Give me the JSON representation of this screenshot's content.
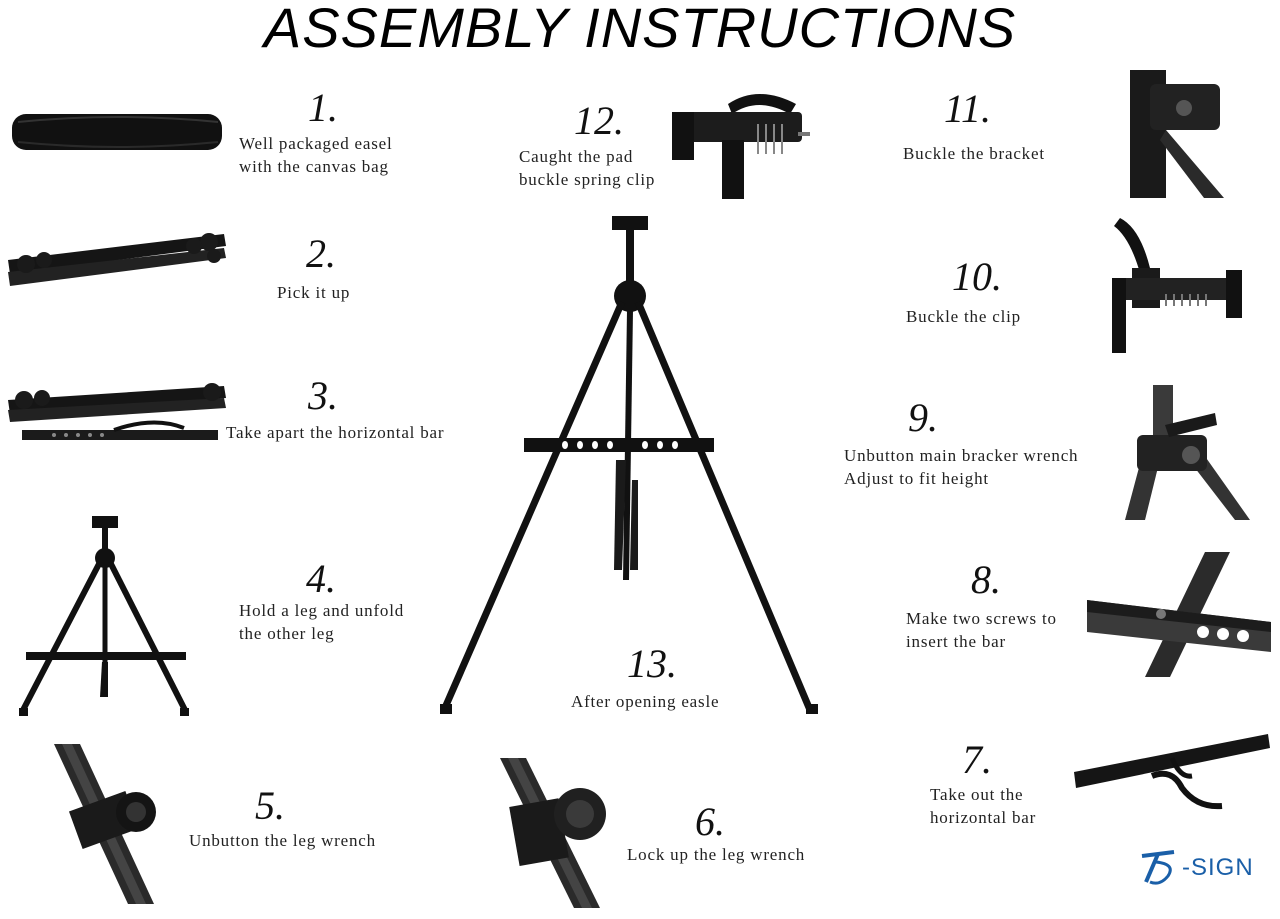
{
  "title": "ASSEMBLY INSTRUCTIONS",
  "steps": [
    {
      "num": "1.",
      "lines": [
        "Well packaged easel",
        "with the canvas bag"
      ]
    },
    {
      "num": "2.",
      "lines": [
        "Pick it up"
      ]
    },
    {
      "num": "3.",
      "lines": [
        "Take apart the horizontal bar"
      ]
    },
    {
      "num": "4.",
      "lines": [
        "Hold a leg and unfold",
        "the other leg"
      ]
    },
    {
      "num": "5.",
      "lines": [
        "Unbutton the leg wrench"
      ]
    },
    {
      "num": "6.",
      "lines": [
        "Lock up the leg wrench"
      ]
    },
    {
      "num": "7.",
      "lines": [
        "Take out the",
        "horizontal bar"
      ]
    },
    {
      "num": "8.",
      "lines": [
        "Make two screws to",
        "insert the bar"
      ]
    },
    {
      "num": "9.",
      "lines": [
        "Unbutton main bracker wrench",
        "Adjust to fit height"
      ]
    },
    {
      "num": "10.",
      "lines": [
        "Buckle the clip"
      ]
    },
    {
      "num": "11.",
      "lines": [
        "Buckle the bracket"
      ]
    },
    {
      "num": "12.",
      "lines": [
        "Caught the pad",
        "buckle spring clip"
      ]
    },
    {
      "num": "13.",
      "lines": [
        "After opening easle"
      ]
    }
  ],
  "logo": {
    "text": "-SIGN",
    "color": "#1a5fa8"
  }
}
